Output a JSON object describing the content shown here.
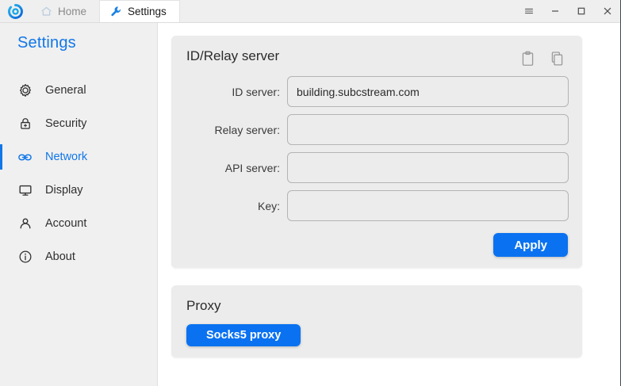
{
  "window": {
    "logo_icon": "rustdesk-circle-logo",
    "tabs": [
      {
        "label": "Home",
        "icon": "home-icon",
        "active": false
      },
      {
        "label": "Settings",
        "icon": "wrench-icon",
        "active": true
      }
    ],
    "controls": [
      {
        "name": "menu",
        "icon": "hamburger-menu-icon"
      },
      {
        "name": "minimize",
        "icon": "minimize-icon"
      },
      {
        "name": "maximize",
        "icon": "maximize-icon"
      },
      {
        "name": "close",
        "icon": "close-icon"
      }
    ]
  },
  "sidebar": {
    "title": "Settings",
    "items": [
      {
        "label": "General",
        "icon": "gear-icon",
        "active": false
      },
      {
        "label": "Security",
        "icon": "lock-icon",
        "active": false
      },
      {
        "label": "Network",
        "icon": "link-chain-icon",
        "active": true
      },
      {
        "label": "Display",
        "icon": "monitor-icon",
        "active": false
      },
      {
        "label": "Account",
        "icon": "person-icon",
        "active": false
      },
      {
        "label": "About",
        "icon": "info-circle-icon",
        "active": false
      }
    ]
  },
  "main": {
    "id_relay_card": {
      "title": "ID/Relay server",
      "actions": [
        {
          "name": "paste",
          "icon": "clipboard-icon"
        },
        {
          "name": "copy",
          "icon": "copy-icon"
        }
      ],
      "fields": [
        {
          "label": "ID server:",
          "value": "building.subcstream.com",
          "placeholder": ""
        },
        {
          "label": "Relay server:",
          "value": "",
          "placeholder": ""
        },
        {
          "label": "API server:",
          "value": "",
          "placeholder": ""
        },
        {
          "label": "Key:",
          "value": "",
          "placeholder": ""
        }
      ],
      "apply_label": "Apply"
    },
    "proxy_card": {
      "title": "Proxy",
      "button_label": "Socks5 proxy"
    }
  },
  "colors": {
    "accent": "#1177e8",
    "button": "#0a72f1",
    "panel": "#ececec",
    "sidebar": "#f0f0f0"
  }
}
